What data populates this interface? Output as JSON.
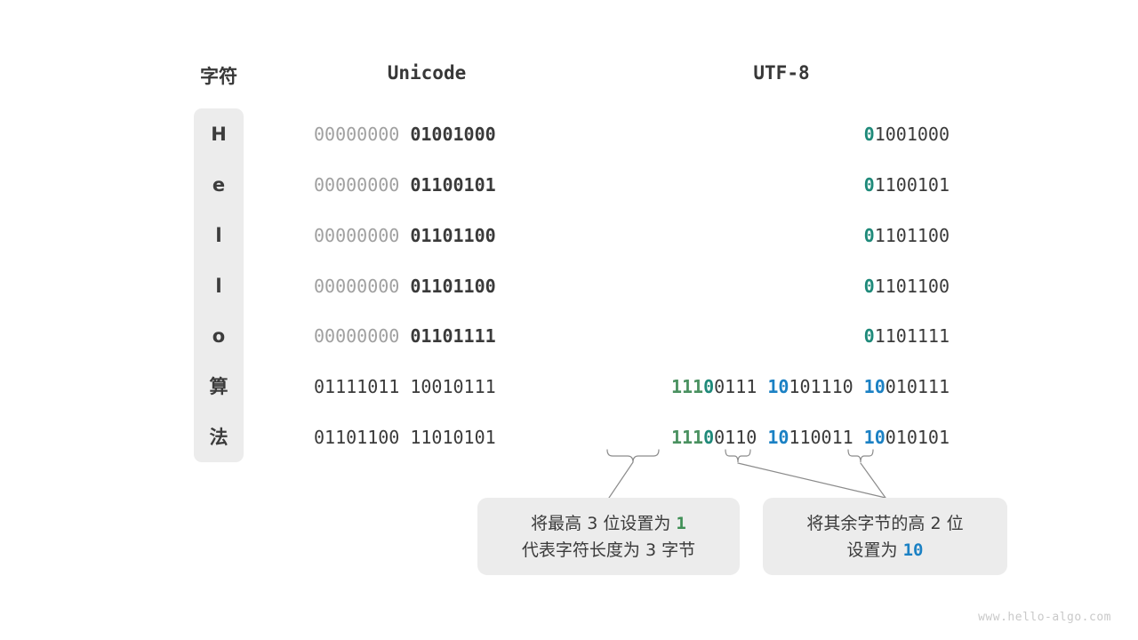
{
  "headers": {
    "char": "字符",
    "unicode": "Unicode",
    "utf8": "UTF-8"
  },
  "rows": [
    {
      "char": "H",
      "unicode_high": "00000000",
      "unicode_low": "01001000",
      "utf8_b1_mark": "0",
      "utf8_b1_rest": "1001000",
      "utf8_b2_mark": "",
      "utf8_b2_rest": "",
      "utf8_b3_mark": "",
      "utf8_b3_rest": ""
    },
    {
      "char": "e",
      "unicode_high": "00000000",
      "unicode_low": "01100101",
      "utf8_b1_mark": "0",
      "utf8_b1_rest": "1100101",
      "utf8_b2_mark": "",
      "utf8_b2_rest": "",
      "utf8_b3_mark": "",
      "utf8_b3_rest": ""
    },
    {
      "char": "l",
      "unicode_high": "00000000",
      "unicode_low": "01101100",
      "utf8_b1_mark": "0",
      "utf8_b1_rest": "1101100",
      "utf8_b2_mark": "",
      "utf8_b2_rest": "",
      "utf8_b3_mark": "",
      "utf8_b3_rest": ""
    },
    {
      "char": "l",
      "unicode_high": "00000000",
      "unicode_low": "01101100",
      "utf8_b1_mark": "0",
      "utf8_b1_rest": "1101100",
      "utf8_b2_mark": "",
      "utf8_b2_rest": "",
      "utf8_b3_mark": "",
      "utf8_b3_rest": ""
    },
    {
      "char": "o",
      "unicode_high": "00000000",
      "unicode_low": "01101111",
      "utf8_b1_mark": "0",
      "utf8_b1_rest": "1101111",
      "utf8_b2_mark": "",
      "utf8_b2_rest": "",
      "utf8_b3_mark": "",
      "utf8_b3_rest": ""
    },
    {
      "char": "算",
      "unicode_high": "01111011",
      "unicode_low": "10010111",
      "utf8_b1_mark": "111",
      "utf8_b1_zero": "0",
      "utf8_b1_rest": "0111",
      "utf8_b2_mark": "10",
      "utf8_b2_rest": "101110",
      "utf8_b3_mark": "10",
      "utf8_b3_rest": "010111"
    },
    {
      "char": "法",
      "unicode_high": "01101100",
      "unicode_low": "11010101",
      "utf8_b1_mark": "111",
      "utf8_b1_zero": "0",
      "utf8_b1_rest": "0110",
      "utf8_b2_mark": "10",
      "utf8_b2_rest": "110011",
      "utf8_b3_mark": "10",
      "utf8_b3_rest": "010101"
    }
  ],
  "callouts": {
    "left": {
      "line1_pre": "将最高 3 位设置为 ",
      "line1_hl": "1",
      "line2": "代表字符长度为 3 字节"
    },
    "right": {
      "line1": "将其余字节的高 2 位",
      "line2_pre": "设置为 ",
      "line2_hl": "10"
    }
  },
  "watermark": "www.hello-algo.com",
  "colors": {
    "panel_bg": "#ececec",
    "dim_text": "#a0a0a0",
    "dark_text": "#3a3a3a",
    "green_mark": "#4a9160",
    "teal_mark": "#1f8a7a",
    "blue_mark": "#1b81c4",
    "connector": "#8c8c8c"
  }
}
